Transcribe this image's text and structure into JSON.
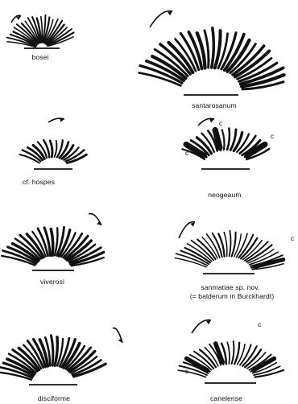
{
  "figure": {
    "specimens": [
      {
        "key": "bosei",
        "label": "bosei",
        "markers": []
      },
      {
        "key": "santarosanum",
        "label": "santarosanum",
        "markers": []
      },
      {
        "key": "hospes",
        "label": "cf. hospes",
        "markers": []
      },
      {
        "key": "neogeaum",
        "label": "neogeaum",
        "markers": [
          "c",
          "c",
          "c"
        ]
      },
      {
        "key": "viverosi",
        "label": "viverosi",
        "markers": []
      },
      {
        "key": "sanmatiae",
        "label": "sanmatiae sp. nov.",
        "label_line2": "(= balderum in Burckhardt)",
        "markers": [
          "c"
        ]
      },
      {
        "key": "disciforme",
        "label": "disciforme",
        "markers": []
      },
      {
        "key": "canelense",
        "label": "canelense",
        "markers": [
          "c",
          "c"
        ]
      }
    ]
  }
}
